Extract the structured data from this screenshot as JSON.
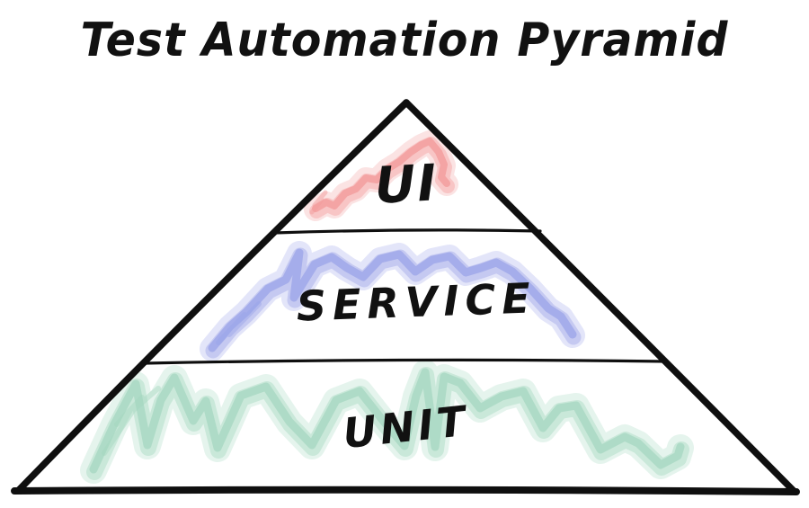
{
  "title": "Test Automation Pyramid",
  "diagram": {
    "type": "pyramid",
    "outline_color": "#0f0f0f",
    "text_color": "#111111",
    "layers": [
      {
        "label": "UI",
        "position": "top",
        "highlight_color": "#f29b9b"
      },
      {
        "label": "SERVICE",
        "position": "middle",
        "highlight_color": "#9aa3e8"
      },
      {
        "label": "UNIT",
        "position": "bottom",
        "highlight_color": "#a3d6bf"
      }
    ]
  }
}
